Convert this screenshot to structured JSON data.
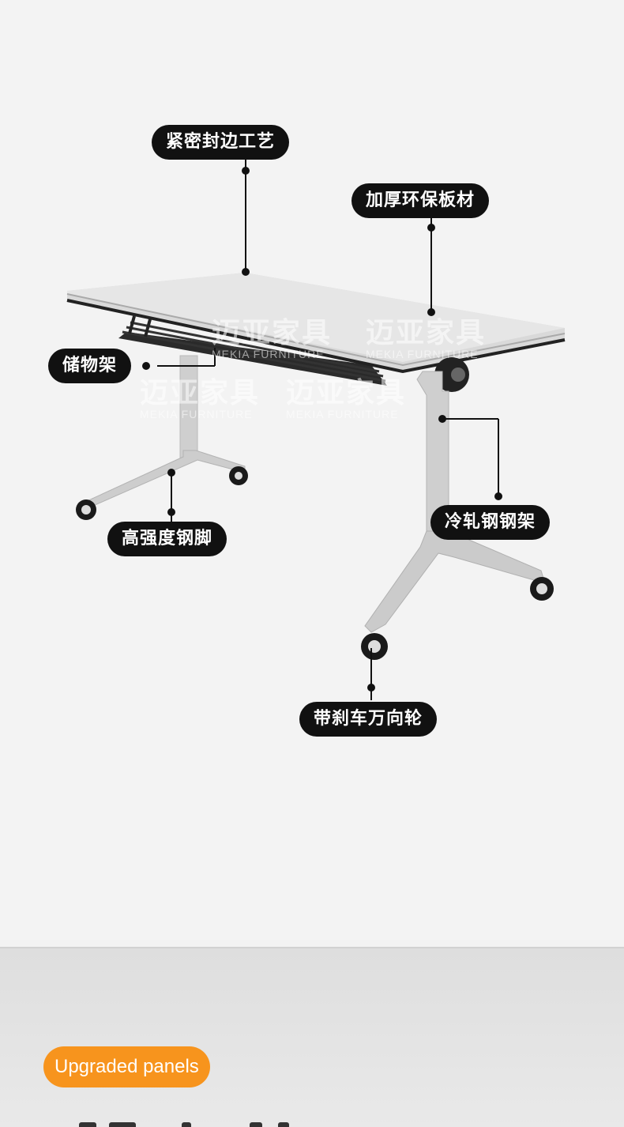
{
  "callouts": {
    "edge_banding": "紧密封边工艺",
    "thick_board": "加厚环保板材",
    "storage_rack": "储物架",
    "steel_legs": "高强度钢脚",
    "cold_rolled_frame": "冷轧钢钢架",
    "brake_casters": "带刹车万向轮"
  },
  "watermark": {
    "cn": "迈亚家具",
    "en": "MEKIA FURNITURE"
  },
  "section_badge": "Upgraded panels",
  "colors": {
    "callout_bg": "#111111",
    "badge_bg": "#f7941d",
    "table_top": "#dcdcdc",
    "frame": "#c8c8c8"
  }
}
